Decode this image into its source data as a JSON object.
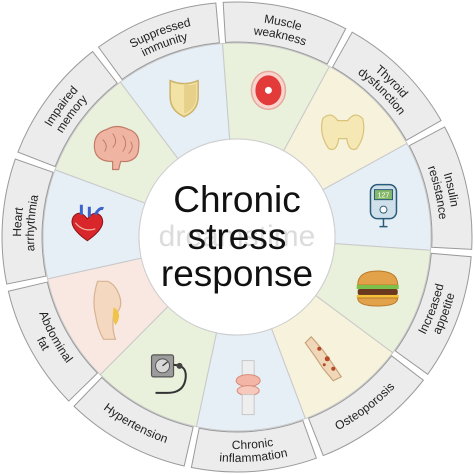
{
  "center": {
    "line1": "Chronic",
    "line2": "stress",
    "line3": "response"
  },
  "watermark": "dreamstime",
  "segments": [
    {
      "line1": "Suppressed",
      "line2": "immunity",
      "tint": "#e6eef6",
      "icon": "shield-icon"
    },
    {
      "line1": "Muscle",
      "line2": "weakness",
      "tint": "#e9f0dc",
      "icon": "muscle-icon"
    },
    {
      "line1": "Thyroid",
      "line2": "dysfunction",
      "tint": "#f6f2dc",
      "icon": "thyroid-icon"
    },
    {
      "line1": "Insulin",
      "line2": "resistance",
      "tint": "#e6eef6",
      "icon": "glucose-meter-icon"
    },
    {
      "line1": "Increased",
      "line2": "appetite",
      "tint": "#e9f0dc",
      "icon": "burger-icon"
    },
    {
      "line1": "Osteoporosis",
      "line2": "",
      "tint": "#f6f2dc",
      "icon": "bone-icon"
    },
    {
      "line1": "Chronic",
      "line2": "inflammation",
      "tint": "#e6eef6",
      "icon": "knee-joint-icon"
    },
    {
      "line1": "Hypertension",
      "line2": "",
      "tint": "#e9f0dc",
      "icon": "blood-pressure-monitor-icon"
    },
    {
      "line1": "Abdominal",
      "line2": "fat",
      "tint": "#f9e8e2",
      "icon": "abdomen-icon"
    },
    {
      "line1": "Heart",
      "line2": "arrhythmia",
      "tint": "#e6eef6",
      "icon": "heart-icon"
    },
    {
      "line1": "Impaired",
      "line2": "memory",
      "tint": "#e9f0dc",
      "icon": "brain-icon"
    }
  ],
  "icons": {
    "glucose_reading": "127"
  },
  "colors": {
    "ring_fill": "#ececec",
    "ring_stroke": "#9a9a9a",
    "center_fill": "#ffffff"
  }
}
